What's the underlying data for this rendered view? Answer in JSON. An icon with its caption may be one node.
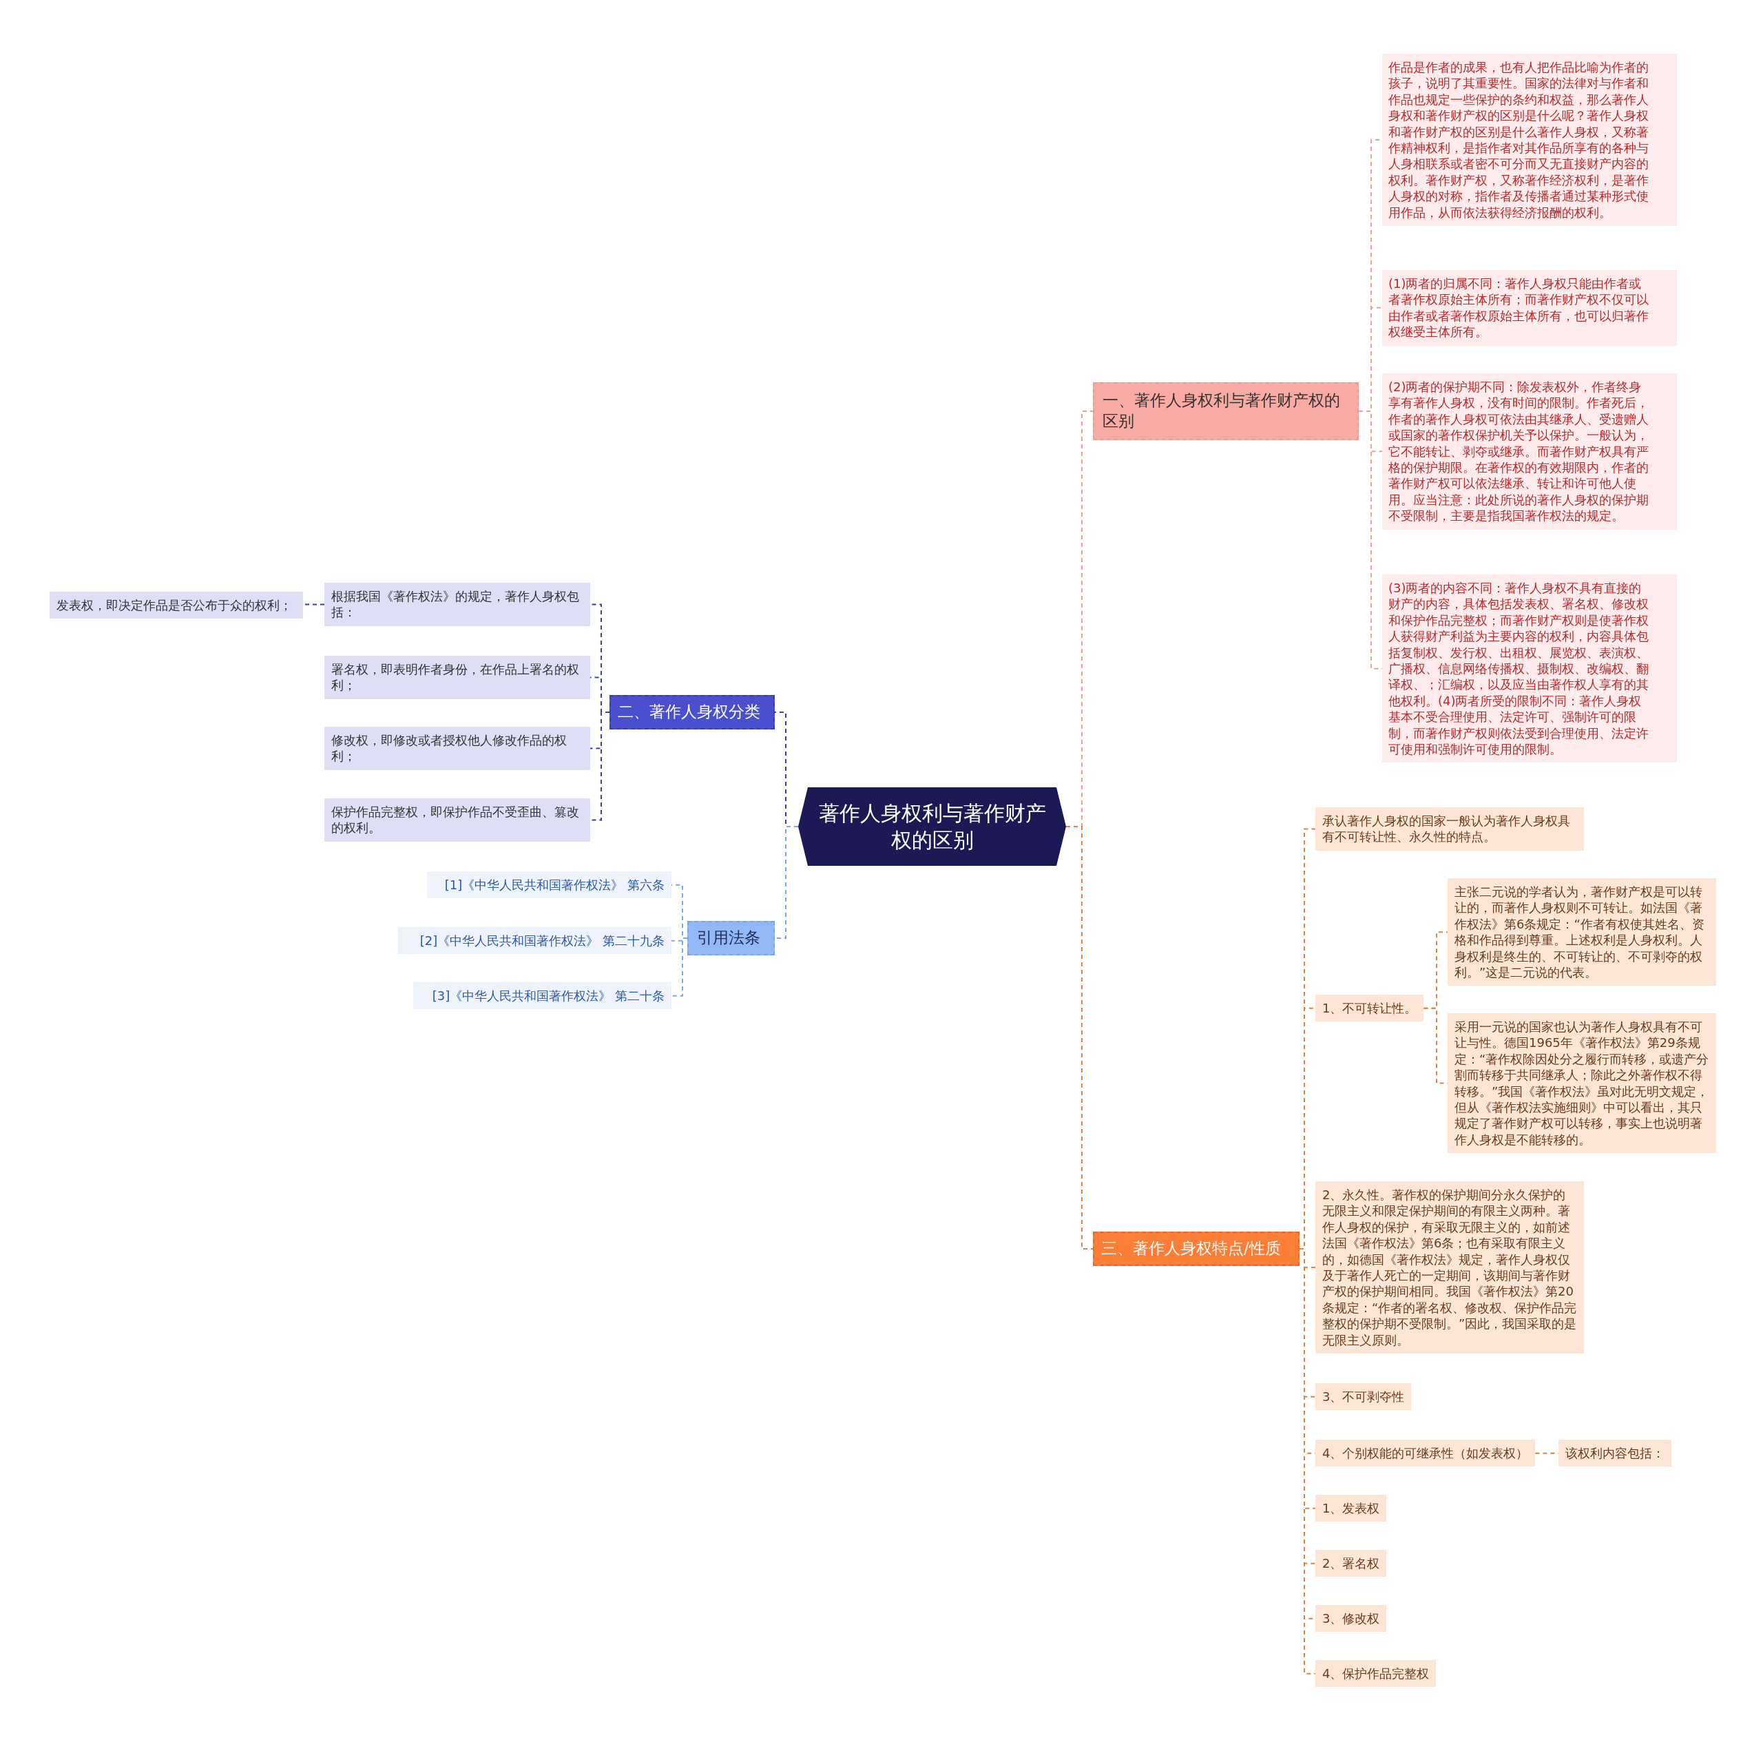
{
  "diagram": {
    "nodes": [
      {
        "text": [
          "著作人身权利与著作财产权的区别"
        ]
      },
      {
        "text": [
          "一、著作人身权利与著作财产权的区别"
        ]
      },
      {
        "text": [
          "作品是作者的成果，也有人把作品比喻为作者的孩子，说明了其重要性。国家的法律对与作者和作品也规定一些保护的条约和权益，那么著作人身权和著作财产权的区别是什么呢？著作人身权和著作财产权的区别是什么著作人身权，又称著作精神权利，是指作者对其作品所享有的各种与人身相联系或者密不可分而又无直接财产内容的权利。著作财产权，又称著作经济权利，是著作人身权的对称，指作者及传播者通过某种形式使用作品，从而依法获得经济报酬的权利。"
        ]
      },
      {
        "text": [
          "(1)两者的归属不同：著作人身权只能由作者或者著作权原始主体所有；而著作财产权不仅可以由作者或者著作权原始主体所有，也可以归著作权继受主体所有。"
        ]
      },
      {
        "text": [
          "(2)两者的保护期不同：除发表权外，作者终身享有著作人身权，没有时间的限制。作者死后，作者的著作人身权可依法由其继承人、受遗赠人或国家的著作权保护机关予以保护。一般认为，它不能转让、剥夺或继承。而著作财产权具有严格的保护期限。在著作权的有效期限内，作者的著作财产权可以依法继承、转让和许可他人使用。应当注意：此处所说的著作人身权的保护期不受限制，主要是指我国著作权法的规定。"
        ]
      },
      {
        "text": [
          "(3)两者的内容不同：著作人身权不具有直接的财产的内容，具体包括发表权、署名权、修改权和保护作品完整权；而著作财产权则是使著作权人获得财产利益为主要内容的权利，内容具体包括复制权、发行权、出租权、展览权、表演权、广播权、信息网络传播权、摄制权、改编权、翻译权、；汇编权，以及应当由著作权人享有的其他权利。(4)两者所受的限制不同：著作人身权基本不受合理使用、法定许可、强制许可的限制，而著作财产权则依法受到合理使用、法定许可使用和强制许可使用的限制。"
        ]
      },
      {
        "text": [
          "二、著作人身权分类"
        ]
      },
      {
        "text": [
          "根据我国《著作权法》的规定，著作人身权包括："
        ]
      },
      {
        "text": [
          "发表权，即决定作品是否公布于众的权利；"
        ]
      },
      {
        "text": [
          "署名权，即表明作者身份，在作品上署名的权利；"
        ]
      },
      {
        "text": [
          "修改权，即修改或者授权他人修改作品的权利；"
        ]
      },
      {
        "text": [
          "保护作品完整权，即保护作品不受歪曲、篡改的权利。"
        ]
      },
      {
        "text": [
          "引用法条"
        ]
      },
      {
        "text": [
          "[1]《中华人民共和国著作权法》 第六条"
        ]
      },
      {
        "text": [
          "[2]《中华人民共和国著作权法》 第二十九条"
        ]
      },
      {
        "text": [
          "[3]《中华人民共和国著作权法》 第二十条"
        ]
      },
      {
        "text": [
          "三、著作人身权特点/性质"
        ]
      },
      {
        "text": [
          "承认著作人身权的国家一般认为著作人身权具有不可转让性、永久性的特点。"
        ]
      },
      {
        "text": [
          "1、不可转让性。"
        ]
      },
      {
        "text": [
          "主张二元说的学者认为，著作财产权是可以转让的，而著作人身权则不可转让。如法国《著作权法》第6条规定：“作者有权使其姓名、资格和作品得到尊重。上述权利是人身权利。人身权利是终生的、不可转让的、不可剥夺的权利。”这是二元说的代表。"
        ]
      },
      {
        "text": [
          "采用一元说的国家也认为著作人身权具有不可让与性。德国1965年《著作权法》第29条规定：“著作权除因处分之履行而转移，或遗产分割而转移于共同继承人；除此之外著作权不得转移。”我国《著作权法》虽对此无明文规定，但从《著作权法实施细则》中可以看出，其只规定了著作财产权可以转移，事实上也说明著作人身权是不能转移的。"
        ]
      },
      {
        "text": [
          "2、永久性。著作权的保护期间分永久保护的无限主义和限定保护期间的有限主义两种。著作人身权的保护，有采取无限主义的，如前述法国《著作权法》第6条；也有采取有限主义的，如德国《著作权法》规定，著作人身权仅及于著作人死亡的一定期间，该期间与著作财产权的保护期间相同。我国《著作权法》第20条规定：“作者的署名权、修改权、保护作品完整权的保护期不受限制。”因此，我国采取的是无限主义原则。"
        ]
      },
      {
        "text": [
          "3、不可剥夺性"
        ]
      },
      {
        "text": [
          "4、个别权能的可继承性（如发表权）"
        ]
      },
      {
        "text": [
          "该权利内容包括："
        ]
      },
      {
        "text": [
          "1、发表权"
        ]
      },
      {
        "text": [
          "2、署名权"
        ]
      },
      {
        "text": [
          "3、修改权"
        ]
      },
      {
        "text": [
          "4、保护作品完整权"
        ]
      }
    ],
    "edges": [
      {
        "from": 0,
        "to": 1,
        "arrow": "none",
        "color": "#e8a09a"
      },
      {
        "from": 1,
        "to": 2,
        "arrow": "none",
        "color": "#e8a09a"
      },
      {
        "from": 1,
        "to": 3,
        "arrow": "none",
        "color": "#e8a09a"
      },
      {
        "from": 1,
        "to": 4,
        "arrow": "none",
        "color": "#e8a09a"
      },
      {
        "from": 1,
        "to": 5,
        "arrow": "none",
        "color": "#e8a09a"
      },
      {
        "from": 0,
        "to": 6,
        "arrow": "none",
        "color": "#3a3fa6"
      },
      {
        "from": 6,
        "to": 7,
        "arrow": "none",
        "color": "#3a3fa6"
      },
      {
        "from": 7,
        "to": 8,
        "arrow": "none",
        "color": "#3a3fa6"
      },
      {
        "from": 6,
        "to": 9,
        "arrow": "none",
        "color": "#3a3fa6"
      },
      {
        "from": 6,
        "to": 10,
        "arrow": "none",
        "color": "#3a3fa6"
      },
      {
        "from": 6,
        "to": 11,
        "arrow": "none",
        "color": "#3a3fa6"
      },
      {
        "from": 0,
        "to": 12,
        "arrow": "none",
        "color": "#7aa6e6"
      },
      {
        "from": 12,
        "to": 13,
        "arrow": "none",
        "color": "#7aa6e6"
      },
      {
        "from": 12,
        "to": 14,
        "arrow": "none",
        "color": "#7aa6e6"
      },
      {
        "from": 12,
        "to": 15,
        "arrow": "none",
        "color": "#7aa6e6"
      },
      {
        "from": 0,
        "to": 16,
        "arrow": "none"
      },
      {
        "from": 16,
        "to": 17,
        "arrow": "none"
      },
      {
        "from": 16,
        "to": 18,
        "arrow": "none"
      },
      {
        "from": 18,
        "to": 19,
        "arrow": "none"
      },
      {
        "from": 18,
        "to": 20,
        "arrow": "none"
      },
      {
        "from": 16,
        "to": 21,
        "arrow": "none"
      },
      {
        "from": 16,
        "to": 22,
        "arrow": "none"
      },
      {
        "from": 16,
        "to": 23,
        "arrow": "none"
      },
      {
        "from": 23,
        "to": 24,
        "arrow": "none"
      },
      {
        "from": 16,
        "to": 25,
        "arrow": "none"
      },
      {
        "from": 16,
        "to": 26,
        "arrow": "none"
      },
      {
        "from": 16,
        "to": 27,
        "arrow": "none"
      },
      {
        "from": 16,
        "to": 28,
        "arrow": "none"
      }
    ]
  }
}
